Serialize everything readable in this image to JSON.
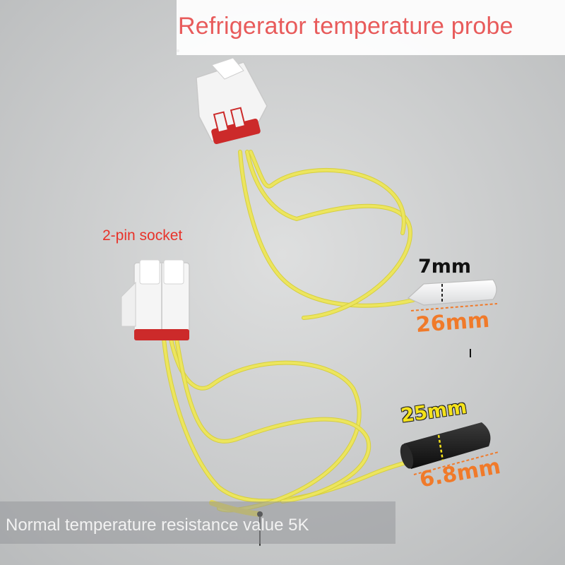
{
  "title": "Refrigerator temperature probe",
  "socket_label": "2-pin socket",
  "dimensions": {
    "white_probe_diameter": "7mm",
    "white_probe_length": "26mm",
    "black_probe_length": "25mm",
    "black_probe_diameter": "6.8mm"
  },
  "caption": "Normal temperature resistance value 5K",
  "colors": {
    "title": "#e85b5b",
    "socket_label": "#e8332a",
    "wire": "#e9e25a",
    "dimension_orange": "#f07a2a",
    "dimension_yellow": "#f4e21a"
  }
}
